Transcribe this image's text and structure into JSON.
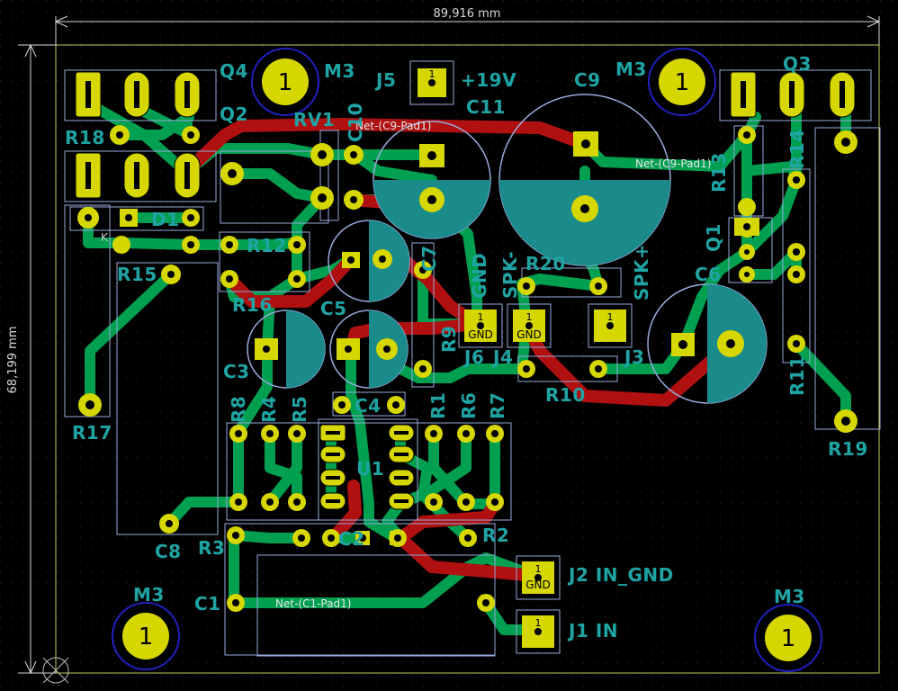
{
  "dimensions": {
    "width": "89,916 mm",
    "height": "68,199 mm"
  },
  "labels": {
    "Q4": "Q4",
    "M3_tl": "M3",
    "J5": "J5",
    "plus19V": "+19V",
    "C9": "C9",
    "M3_tr": "M3",
    "Q3": "Q3",
    "R18": "R18",
    "Q2": "Q2",
    "RV1": "RV1",
    "C10": "C10",
    "C11": "C11",
    "R14": "R14",
    "R13": "R13",
    "D1": "D1",
    "K": "K",
    "R12": "R12",
    "R15": "R15",
    "GND_v": "GND",
    "SPK_minus": "SPK-",
    "R20": "R20",
    "SPK_plus": "SPK+",
    "Q1": "Q1",
    "C6": "C6",
    "R16": "R16",
    "C5": "C5",
    "C7": "C7",
    "R9": "R9",
    "J6": "J6",
    "J4": "J4",
    "J3": "J3",
    "R10": "R10",
    "R11": "R11",
    "C3": "C3",
    "C4": "C4",
    "R8": "R8",
    "R4": "R4",
    "R5": "R5",
    "R1": "R1",
    "R6": "R6",
    "R7": "R7",
    "R17": "R17",
    "R19": "R19",
    "U1": "U1",
    "C8": "C8",
    "R3": "R3",
    "C2": "C2",
    "R2": "R2",
    "J2": "J2 IN_GND",
    "C1": "C1",
    "M3_bl": "M3",
    "J1": "J1 IN",
    "M3_br": "M3"
  },
  "nets": {
    "c9_top": "Net-(C9-Pad1)",
    "c9_right": "Net-(C9-Pad1)",
    "c1": "Net-(C1-Pad1)"
  },
  "pads": {
    "one": "1",
    "gnd": "GND"
  },
  "colors": {
    "background": "#000000",
    "copper_front": "#c8a000",
    "copper_back": "#00a050",
    "silk": "#1fa3a3",
    "trace_front": "#b01010",
    "mount_ring": "#2020c0",
    "pad_yellow": "#d6d600"
  }
}
